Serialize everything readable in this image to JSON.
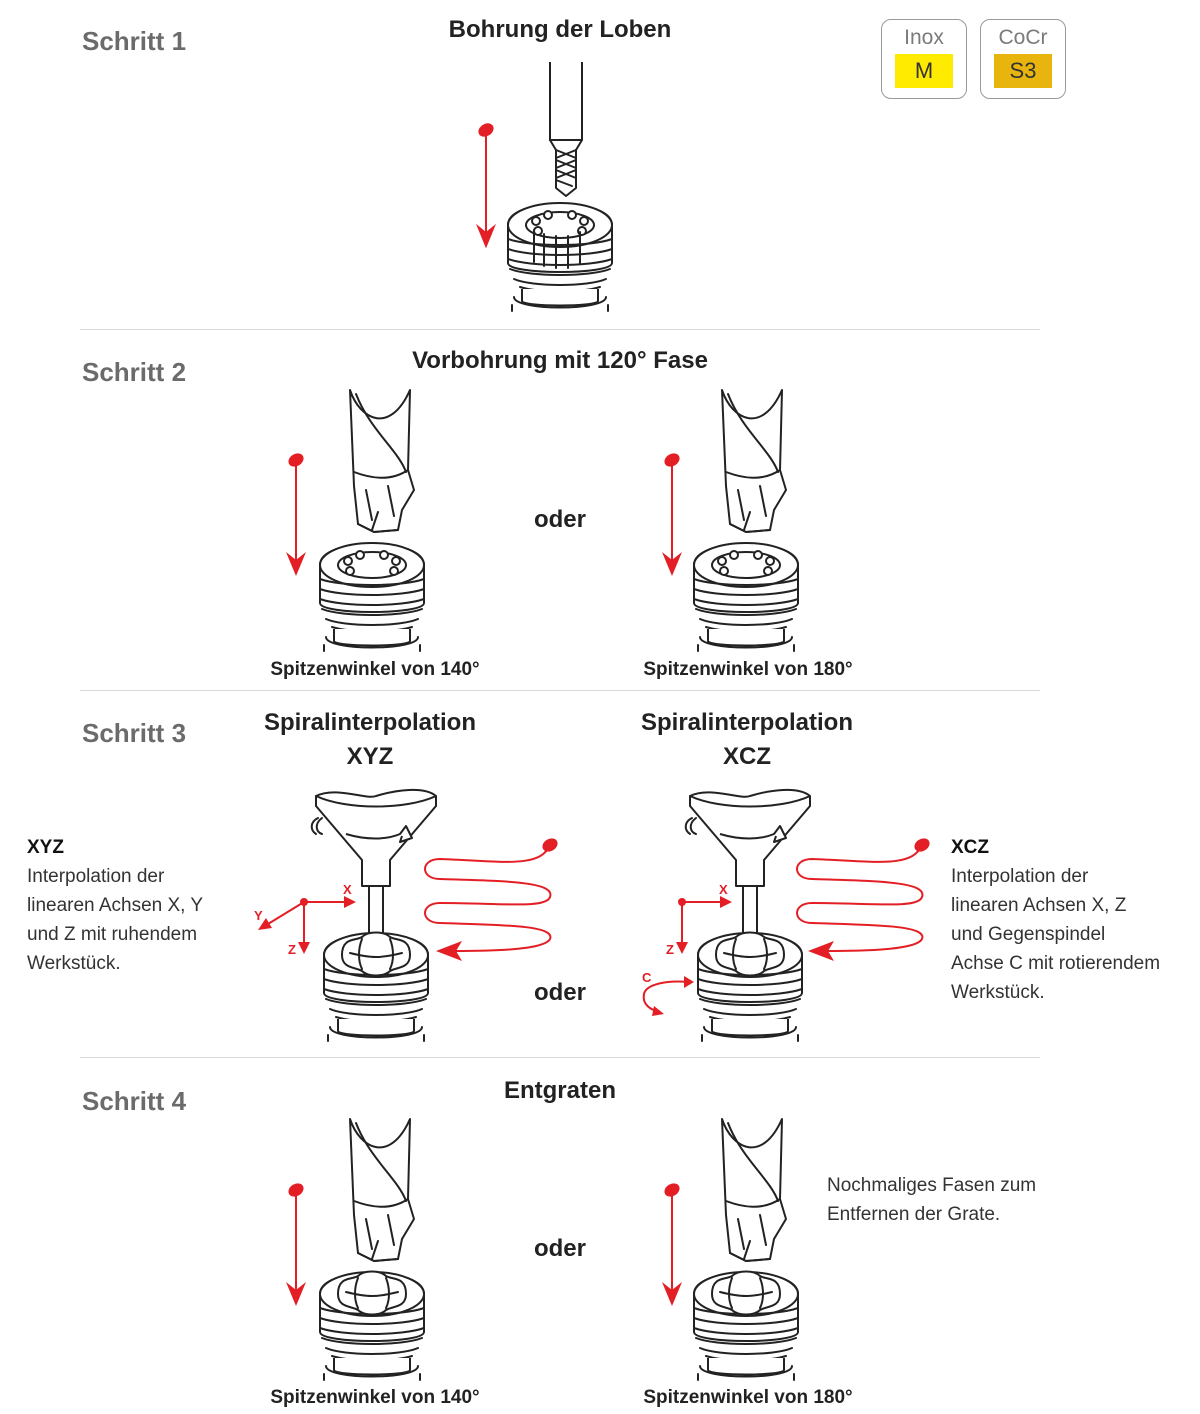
{
  "steps": {
    "s1": "Schritt 1",
    "s2": "Schritt 2",
    "s3": "Schritt 3",
    "s4": "Schritt 4"
  },
  "titles": {
    "t1": "Bohrung der Loben",
    "t2": "Vorbohrung mit 120° Fase",
    "t3a_line1": "Spiralinterpolation",
    "t3a_line2": "XYZ",
    "t3b_line1": "Spiralinterpolation",
    "t3b_line2": "XCZ",
    "t4": "Entgraten"
  },
  "badges": [
    {
      "top": "Inox",
      "chip": "M",
      "color": "#ffeb00"
    },
    {
      "top": "CoCr",
      "chip": "S3",
      "color": "#e8b40e"
    }
  ],
  "captions": {
    "c140": "Spitzenwinkel von 140°",
    "c180": "Spitzenwinkel von 180°"
  },
  "oder": "oder",
  "notes": {
    "xyz_title": "XYZ",
    "xyz_lines": [
      "Interpolation der",
      "linearen Achsen X, Y",
      "und Z mit ruhendem",
      "Werkstück."
    ],
    "xcz_title": "XCZ",
    "xcz_lines": [
      "Interpolation der",
      "linearen Achsen X, Z",
      "und  Gegenspindel",
      "Achse C mit rotierendem",
      "Werkstück."
    ],
    "deburr_lines": [
      "Nochmaliges Fasen zum",
      "Entfernen der Grate."
    ]
  },
  "axes": {
    "x": "X",
    "y": "Y",
    "z": "Z",
    "c": "C"
  },
  "colors": {
    "accent_red": "#e31e24",
    "step_gray": "#6b6b6b"
  }
}
